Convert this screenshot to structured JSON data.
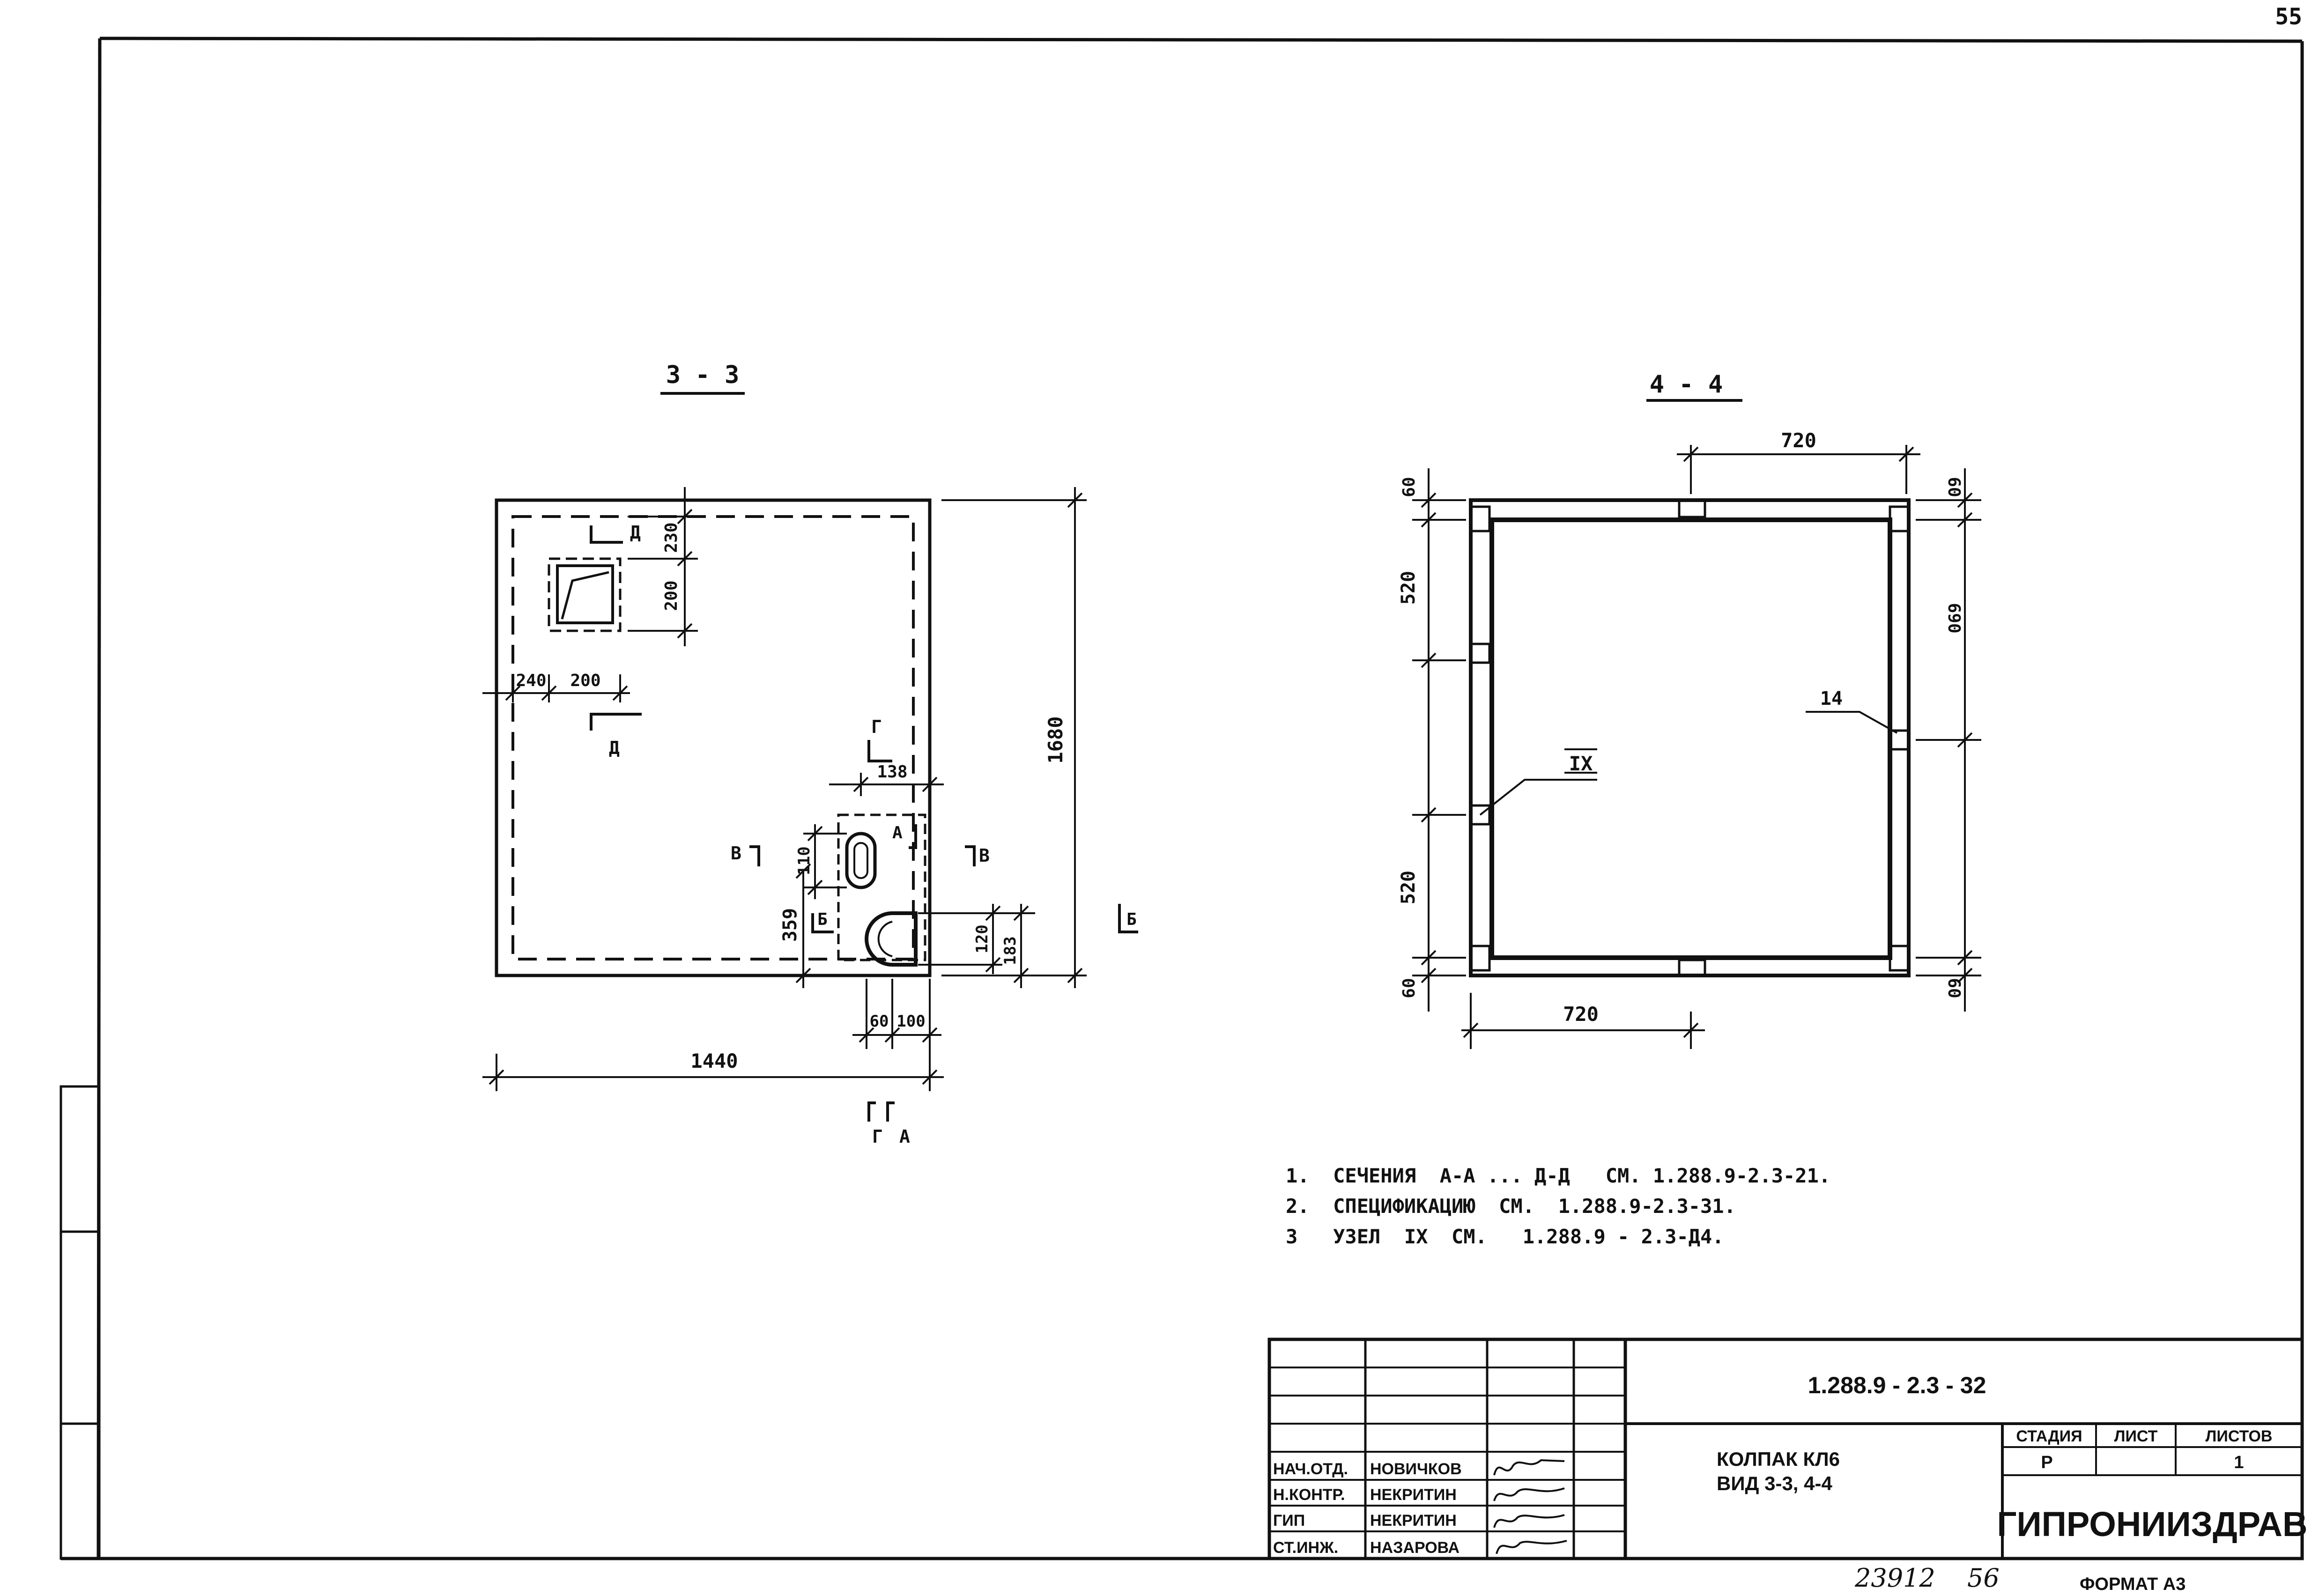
{
  "page_number": "55",
  "section_33": {
    "title": "3 - 3",
    "dims": {
      "d1440": "1440",
      "d1680": "1680",
      "d240": "240",
      "d200h": "200",
      "d200v": "200",
      "d230": "230",
      "d138": "138",
      "d110": "110",
      "d359": "359",
      "d120": "120",
      "d183": "183",
      "d60": "60",
      "d100": "100"
    },
    "markers": {
      "d_top": "Д",
      "d_bottom": "Д",
      "g_top": "Г",
      "g_bottom": "Г",
      "a_bottom": "А",
      "a_side": "А",
      "v_left": "В",
      "v_right": "В",
      "b_left": "Б",
      "b_right": "Б"
    }
  },
  "section_44": {
    "title": "4 - 4",
    "dims": {
      "top720": "720",
      "bottom720": "720",
      "left60_top": "60",
      "left520_top": "520",
      "left520_bottom": "520",
      "left60_bottom": "60",
      "right60_top": "60",
      "right690": "690",
      "right60_bottom": "60"
    },
    "callouts": {
      "node": "IX",
      "item": "14"
    }
  },
  "notes": [
    "1.  СЕЧЕНИЯ  А-А ... Д-Д   СМ. 1.288.9-2.3-21.",
    "2.  СПЕЦИФИКАЦИЮ  СМ.  1.288.9-2.3-31.",
    "3   УЗЕЛ  IX  СМ.   1.288.9 - 2.3-Д4."
  ],
  "title_block": {
    "doc_code": "1.288.9 - 2.3 - 32",
    "title_line1": "КОЛПАК КЛ6",
    "title_line2": "ВИД 3-3, 4-4",
    "stage_header": "СТАДИЯ",
    "sheet_header": "ЛИСТ",
    "sheets_header": "ЛИСТОВ",
    "stage_value": "Р",
    "sheet_value": "",
    "sheets_value": "1",
    "org": "ГИПРОНИИЗДРАВ",
    "staff": [
      {
        "role": "НАЧ.ОТД.",
        "name": "НОВИЧКОВ"
      },
      {
        "role": "Н.КОНТР.",
        "name": "НЕКРИТИН"
      },
      {
        "role": "ГИП",
        "name": "НЕКРИТИН"
      },
      {
        "role": "СТ.ИНЖ.",
        "name": "НАЗАРОВА"
      }
    ]
  },
  "footer": {
    "inventory": "23912",
    "sheet_mark": "56",
    "format": "ФОРМАТ А3"
  }
}
